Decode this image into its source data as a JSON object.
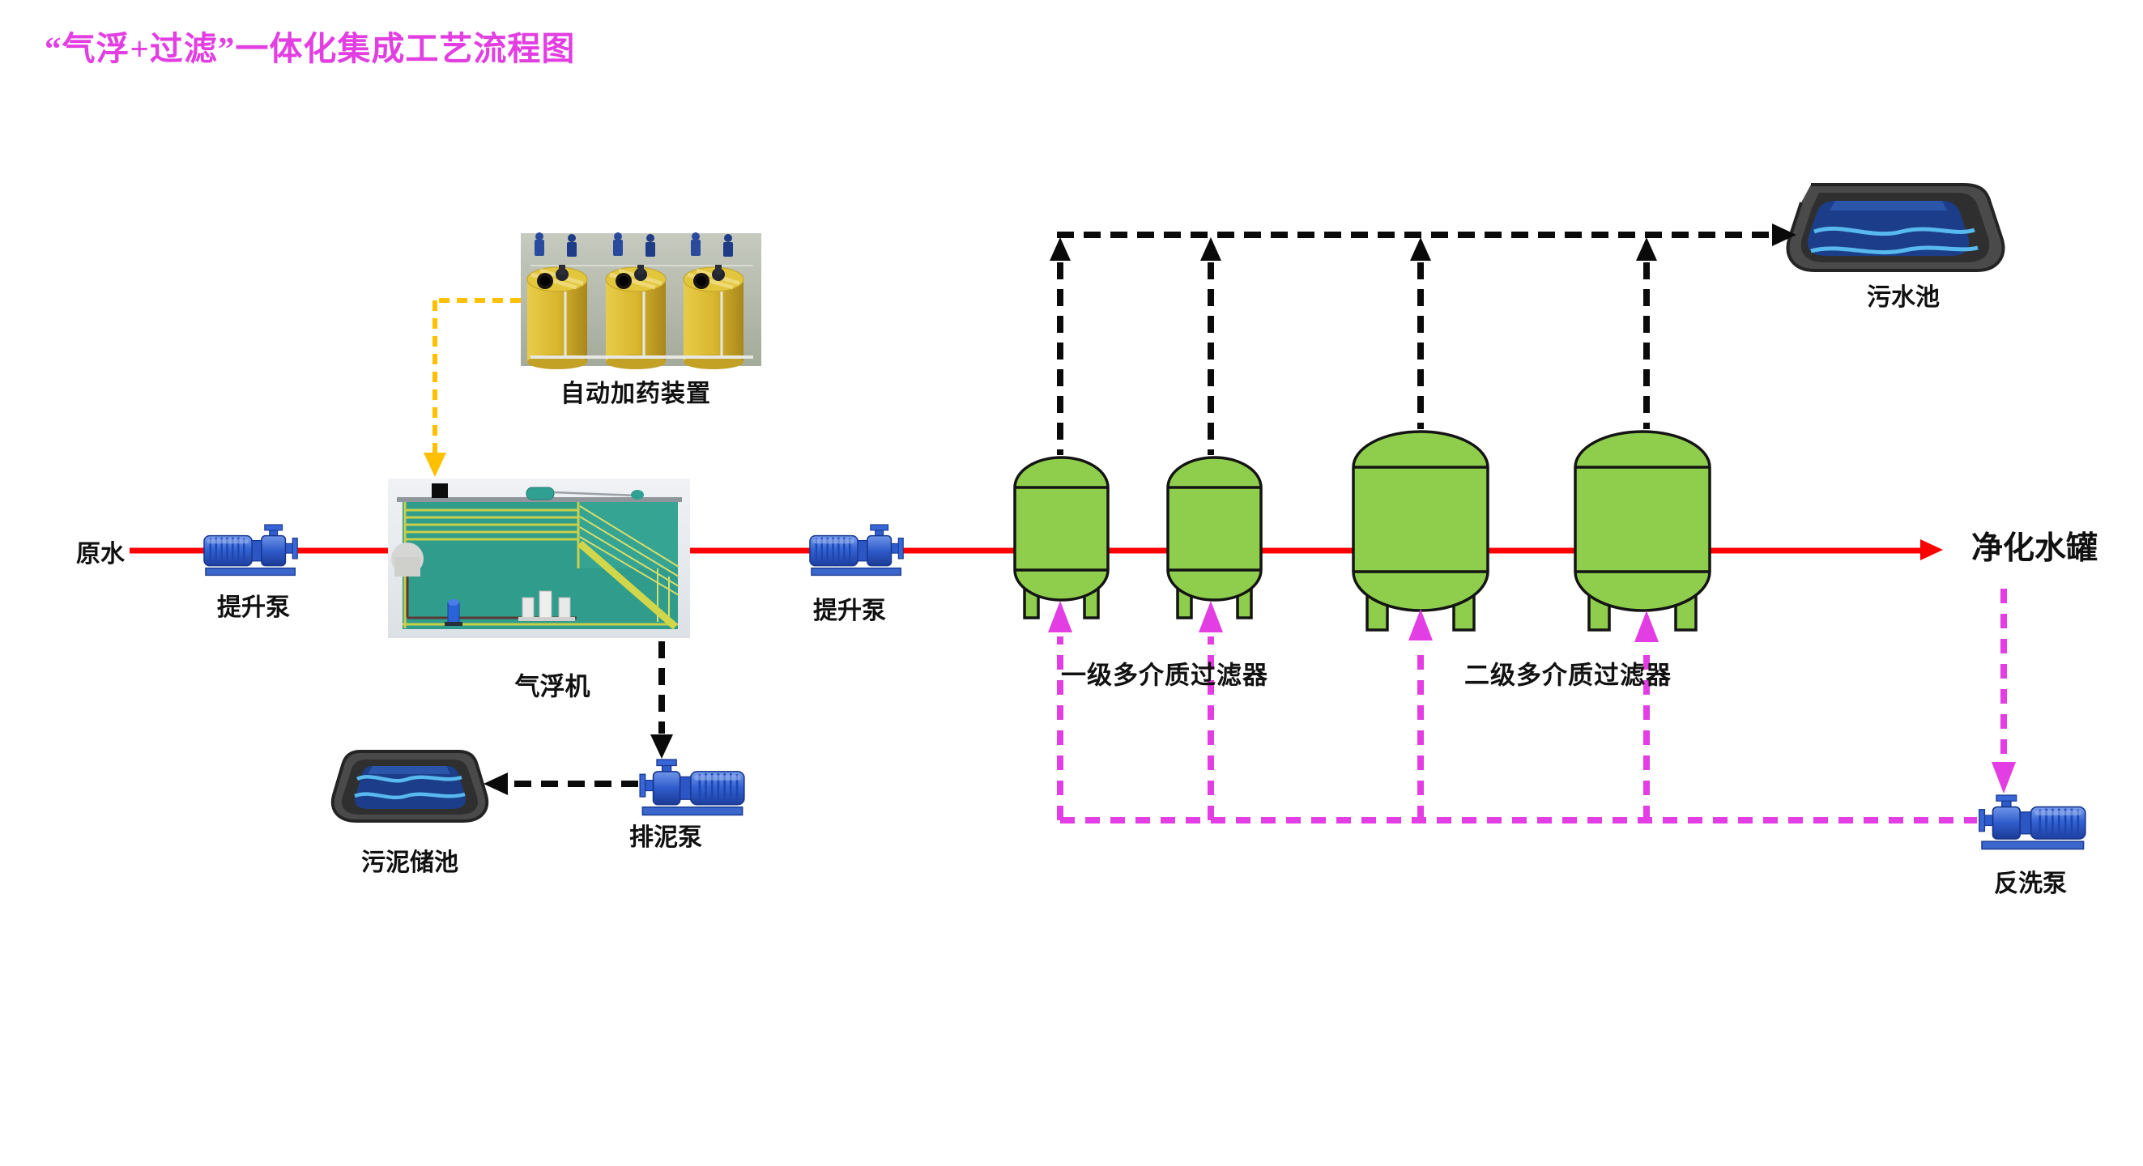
{
  "title": {
    "text": "“气浮+过滤”一体化集成工艺流程图",
    "color": "#E23EE2"
  },
  "nodes": {
    "raw_water": {
      "label": "原水"
    },
    "lift_pump_1": {
      "label": "提升泵"
    },
    "dosing_device": {
      "label": "自动加药装置"
    },
    "flotation_machine": {
      "label": "气浮机"
    },
    "sludge_pool": {
      "label": "污泥储池"
    },
    "sludge_pump": {
      "label": "排泥泵"
    },
    "lift_pump_2": {
      "label": "提升泵"
    },
    "stage1_filter": {
      "label": "一级多介质过滤器",
      "units": 2
    },
    "stage2_filter": {
      "label": "二级多介质过滤器",
      "units": 2
    },
    "sewage_pool": {
      "label": "污水池"
    },
    "clean_water_tank": {
      "label": "净化水罐"
    },
    "backwash_pump": {
      "label": "反洗泵"
    }
  },
  "colors": {
    "main_flow_red": "#FE0000",
    "dosing_yellow": "#FFC000",
    "drain_black": "#0A0A0A",
    "backwash_magenta": "#E33EE3",
    "tank_green": "#8FCE4C",
    "pump_blue": "#2F5CCC",
    "title_magenta": "#E23EE2"
  },
  "flows": [
    {
      "name": "main-flow",
      "style": "solid",
      "color": "#FE0000",
      "from": "原水",
      "to": "净化水罐",
      "via": [
        "提升泵",
        "气浮机",
        "提升泵",
        "一级多介质过滤器",
        "二级多介质过滤器"
      ]
    },
    {
      "name": "dosing-flow",
      "style": "dashed",
      "color": "#FFC000",
      "from": "自动加药装置",
      "to": "气浮机"
    },
    {
      "name": "sludge-flow",
      "style": "dashed",
      "color": "#0A0A0A",
      "from": "气浮机",
      "to": "污泥储池",
      "via": [
        "排泥泵"
      ]
    },
    {
      "name": "drain-flow",
      "style": "dashed",
      "color": "#0A0A0A",
      "from": "过滤器(4台)",
      "to": "污水池"
    },
    {
      "name": "backwash-flow",
      "style": "dashed",
      "color": "#E33EE3",
      "from": "净化水罐",
      "to": "过滤器(4台)",
      "via": [
        "反洗泵"
      ]
    }
  ]
}
